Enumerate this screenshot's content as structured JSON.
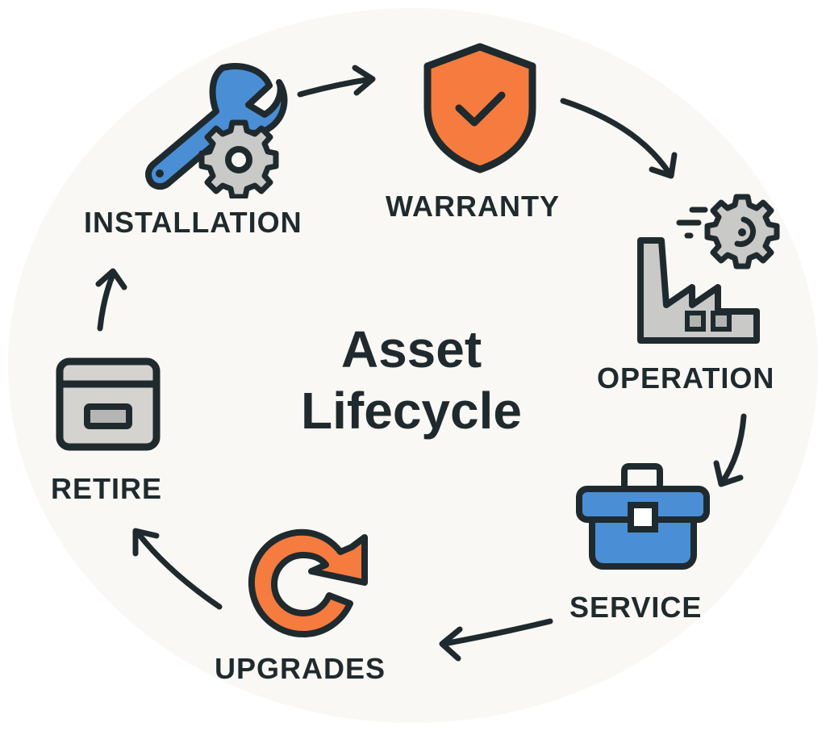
{
  "title": {
    "line1": "Asset",
    "line2": "Lifecycle"
  },
  "stages": [
    {
      "label": "INSTALLATION",
      "icon": "wrench-gear-icon",
      "color": "#4a8fd6"
    },
    {
      "label": "WARRANTY",
      "icon": "shield-check-icon",
      "color": "#f57c3e"
    },
    {
      "label": "OPERATION",
      "icon": "factory-gear-icon",
      "color": "#c9c9c7"
    },
    {
      "label": "SERVICE",
      "icon": "toolbox-icon",
      "color": "#4a8fd6"
    },
    {
      "label": "UPGRADES",
      "icon": "refresh-arrow-icon",
      "color": "#f57c3e"
    },
    {
      "label": "RETIRE",
      "icon": "archive-box-icon",
      "color": "#c9c9c7"
    }
  ],
  "colors": {
    "outline": "#1f2a2e",
    "blue": "#4a8fd6",
    "orange": "#f57c3e",
    "gray": "#c9c9c7",
    "background": "#faf8f4"
  }
}
